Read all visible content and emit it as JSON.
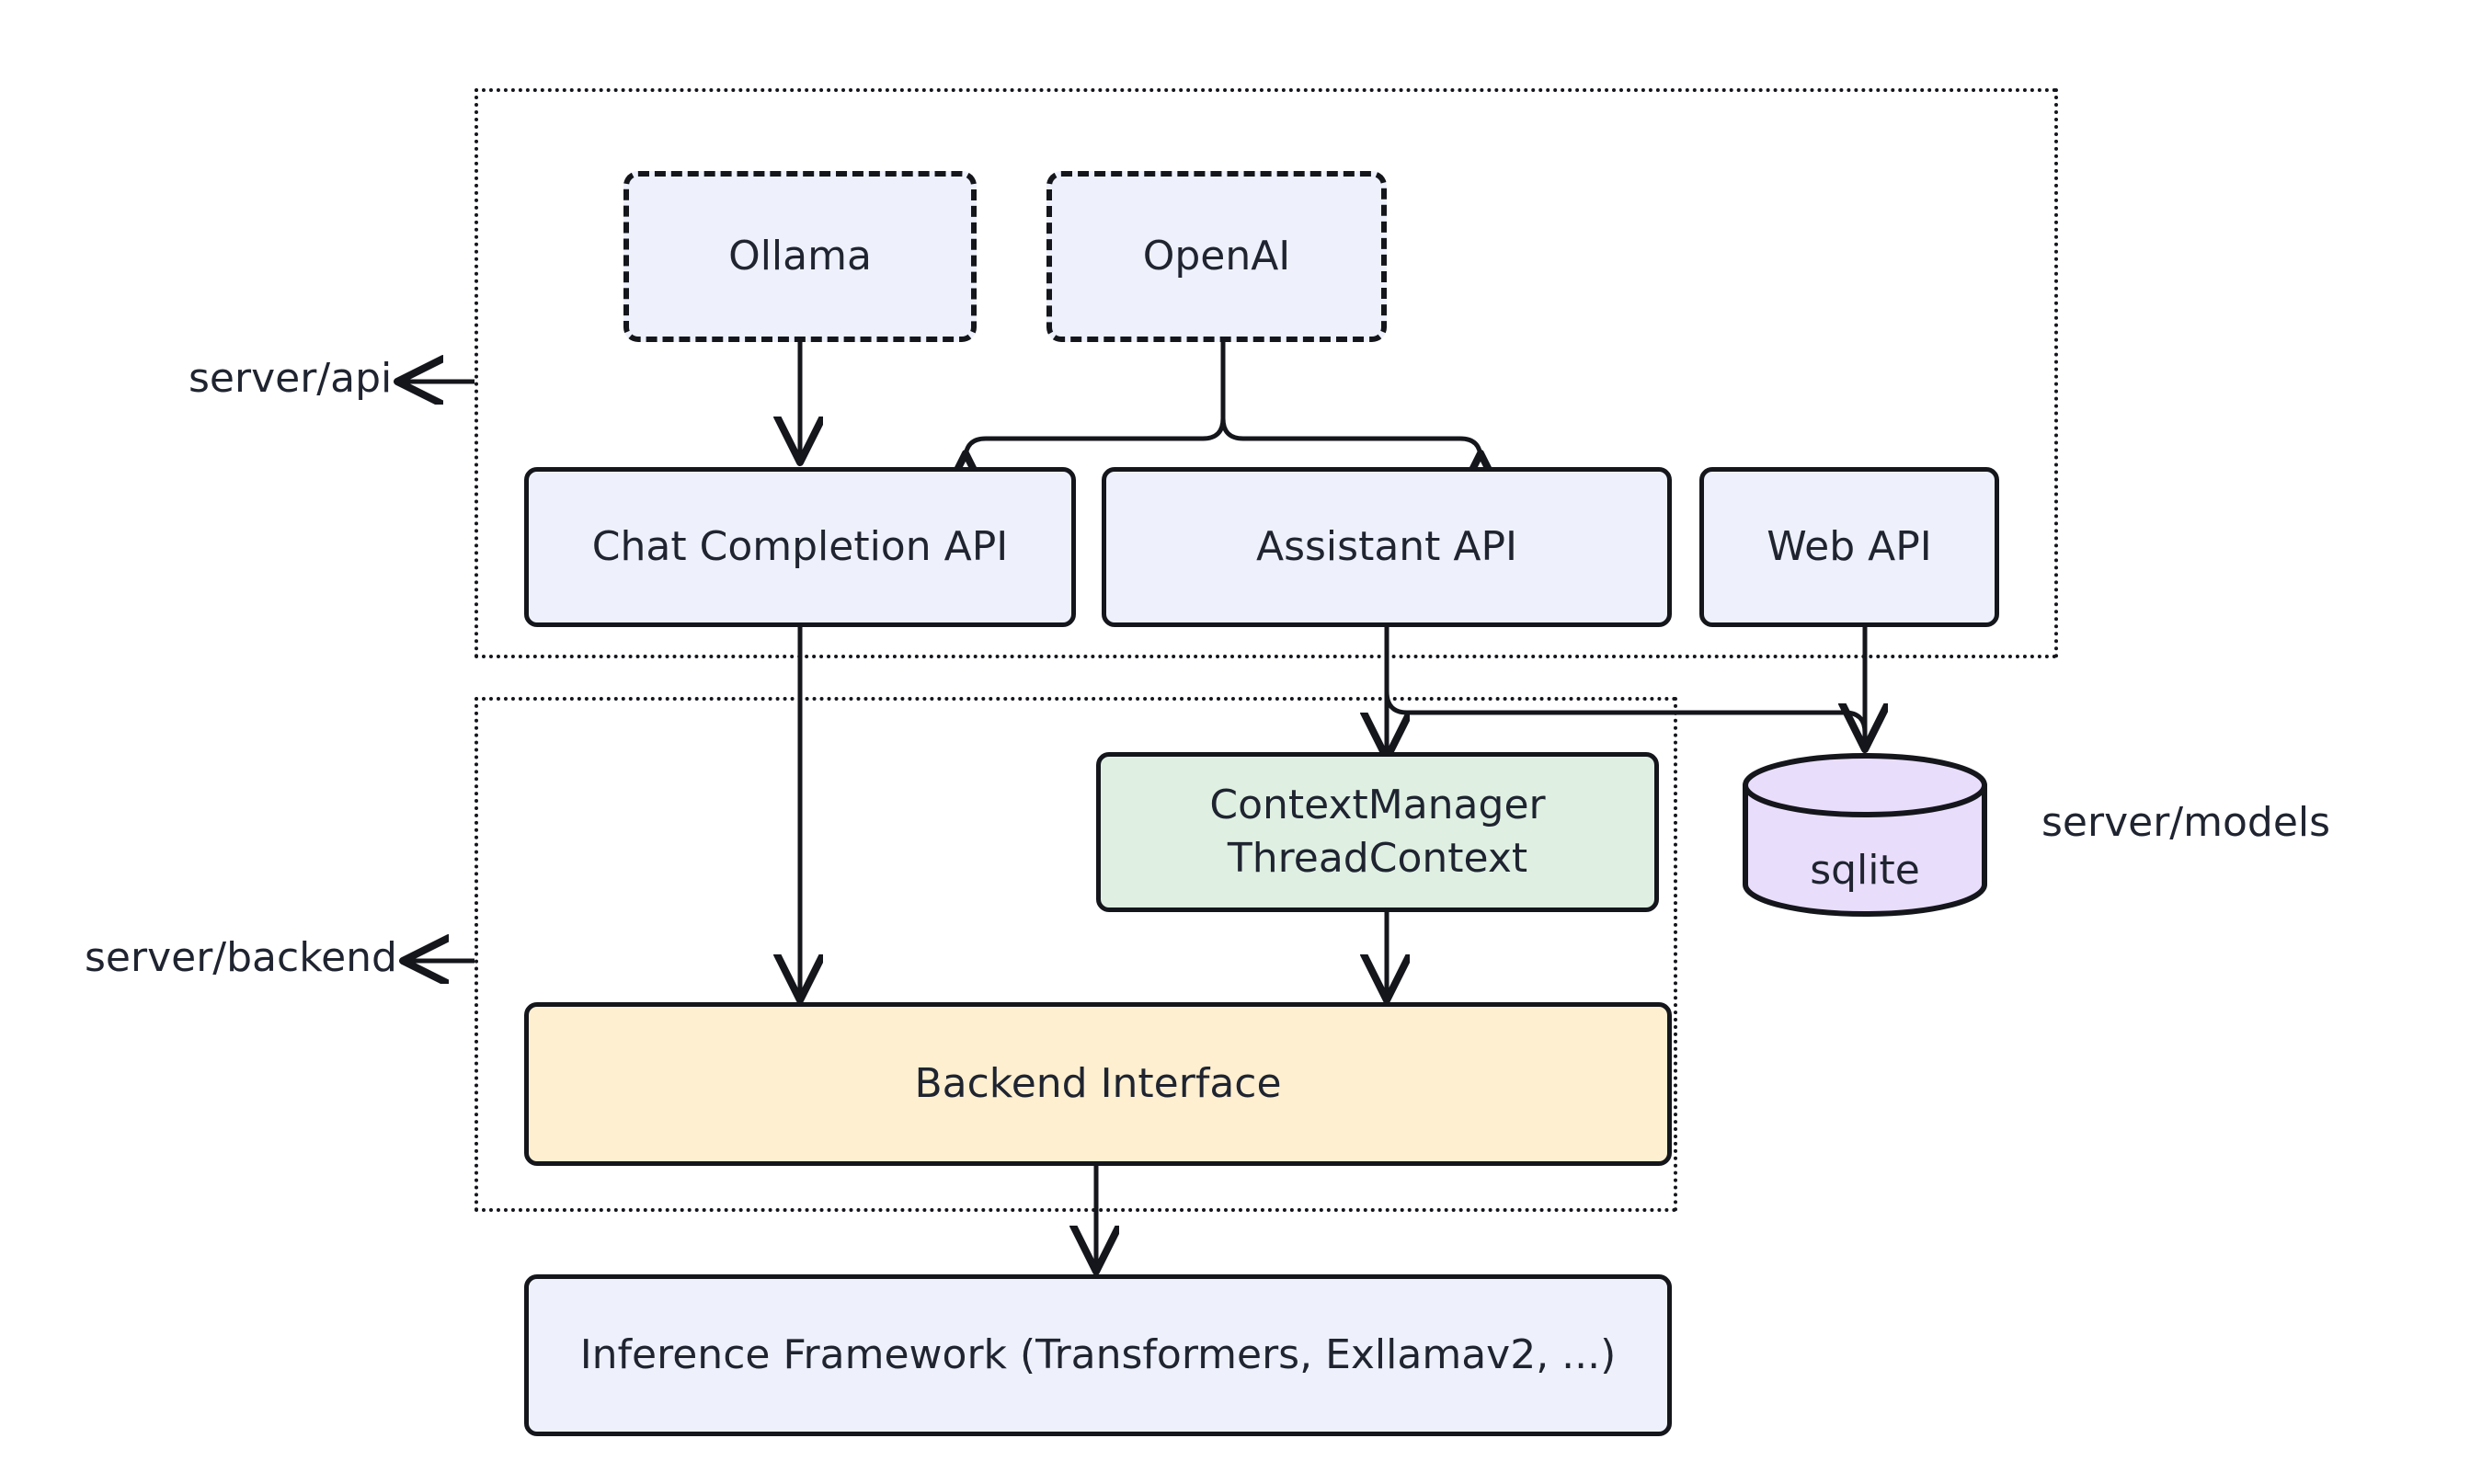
{
  "diagram": {
    "title": "Server architecture diagram",
    "type": "flowchart",
    "background_color": "#ffffff",
    "colors": {
      "node_blue_fill": "#eef1fb",
      "node_green_fill": "#dff0e3",
      "node_yellow_fill": "#fdefd0",
      "node_purple_fill": "#e9ddfc",
      "stroke": "#14161c",
      "text": "#1f2430"
    }
  },
  "groups": [
    {
      "id": "server-api",
      "label": "server/api",
      "border_style": "dotted",
      "members": [
        "Ollama",
        "OpenAI",
        "Chat Completion API",
        "Assistant API",
        "Web API"
      ]
    },
    {
      "id": "server-backend",
      "label": "server/backend",
      "border_style": "dotted",
      "members": [
        "ContextManager ThreadContext",
        "Backend Interface"
      ]
    }
  ],
  "standalone_labels": [
    {
      "id": "server-models",
      "label": "server/models"
    }
  ],
  "nodes": [
    {
      "id": "ollama",
      "label": "Ollama",
      "shape": "rect",
      "border_style": "dashed",
      "fill": "#eef1fb"
    },
    {
      "id": "openai",
      "label": "OpenAI",
      "shape": "rect",
      "border_style": "dashed",
      "fill": "#eef1fb"
    },
    {
      "id": "chat-completion-api",
      "label": "Chat Completion API",
      "shape": "rect",
      "border_style": "solid",
      "fill": "#eef1fb"
    },
    {
      "id": "assistant-api",
      "label": "Assistant API",
      "shape": "rect",
      "border_style": "solid",
      "fill": "#eef1fb"
    },
    {
      "id": "web-api",
      "label": "Web API",
      "shape": "rect",
      "border_style": "solid",
      "fill": "#eef1fb"
    },
    {
      "id": "context-manager",
      "label_line1": "ContextManager",
      "label_line2": "ThreadContext",
      "shape": "rect",
      "border_style": "solid",
      "fill": "#dff0e3"
    },
    {
      "id": "sqlite",
      "label": "sqlite",
      "shape": "cylinder",
      "border_style": "solid",
      "fill": "#e9ddfc"
    },
    {
      "id": "backend-interface",
      "label": "Backend Interface",
      "shape": "rect",
      "border_style": "solid",
      "fill": "#fdefd0"
    },
    {
      "id": "inference-framework",
      "label": "Inference Framework (Transformers, Exllamav2, ...)",
      "shape": "rect",
      "border_style": "solid",
      "fill": "#eef1fb"
    }
  ],
  "edges": [
    {
      "from": "ollama",
      "to": "chat-completion-api",
      "arrow": "end"
    },
    {
      "from": "openai",
      "to": "chat-completion-api",
      "arrow": "end"
    },
    {
      "from": "openai",
      "to": "assistant-api",
      "arrow": "end"
    },
    {
      "from": "chat-completion-api",
      "to": "backend-interface",
      "arrow": "end"
    },
    {
      "from": "assistant-api",
      "to": "context-manager",
      "arrow": "end"
    },
    {
      "from": "assistant-api",
      "to": "sqlite",
      "arrow": "end"
    },
    {
      "from": "web-api",
      "to": "sqlite",
      "arrow": "end"
    },
    {
      "from": "context-manager",
      "to": "backend-interface",
      "arrow": "end"
    },
    {
      "from": "backend-interface",
      "to": "inference-framework",
      "arrow": "end"
    }
  ]
}
